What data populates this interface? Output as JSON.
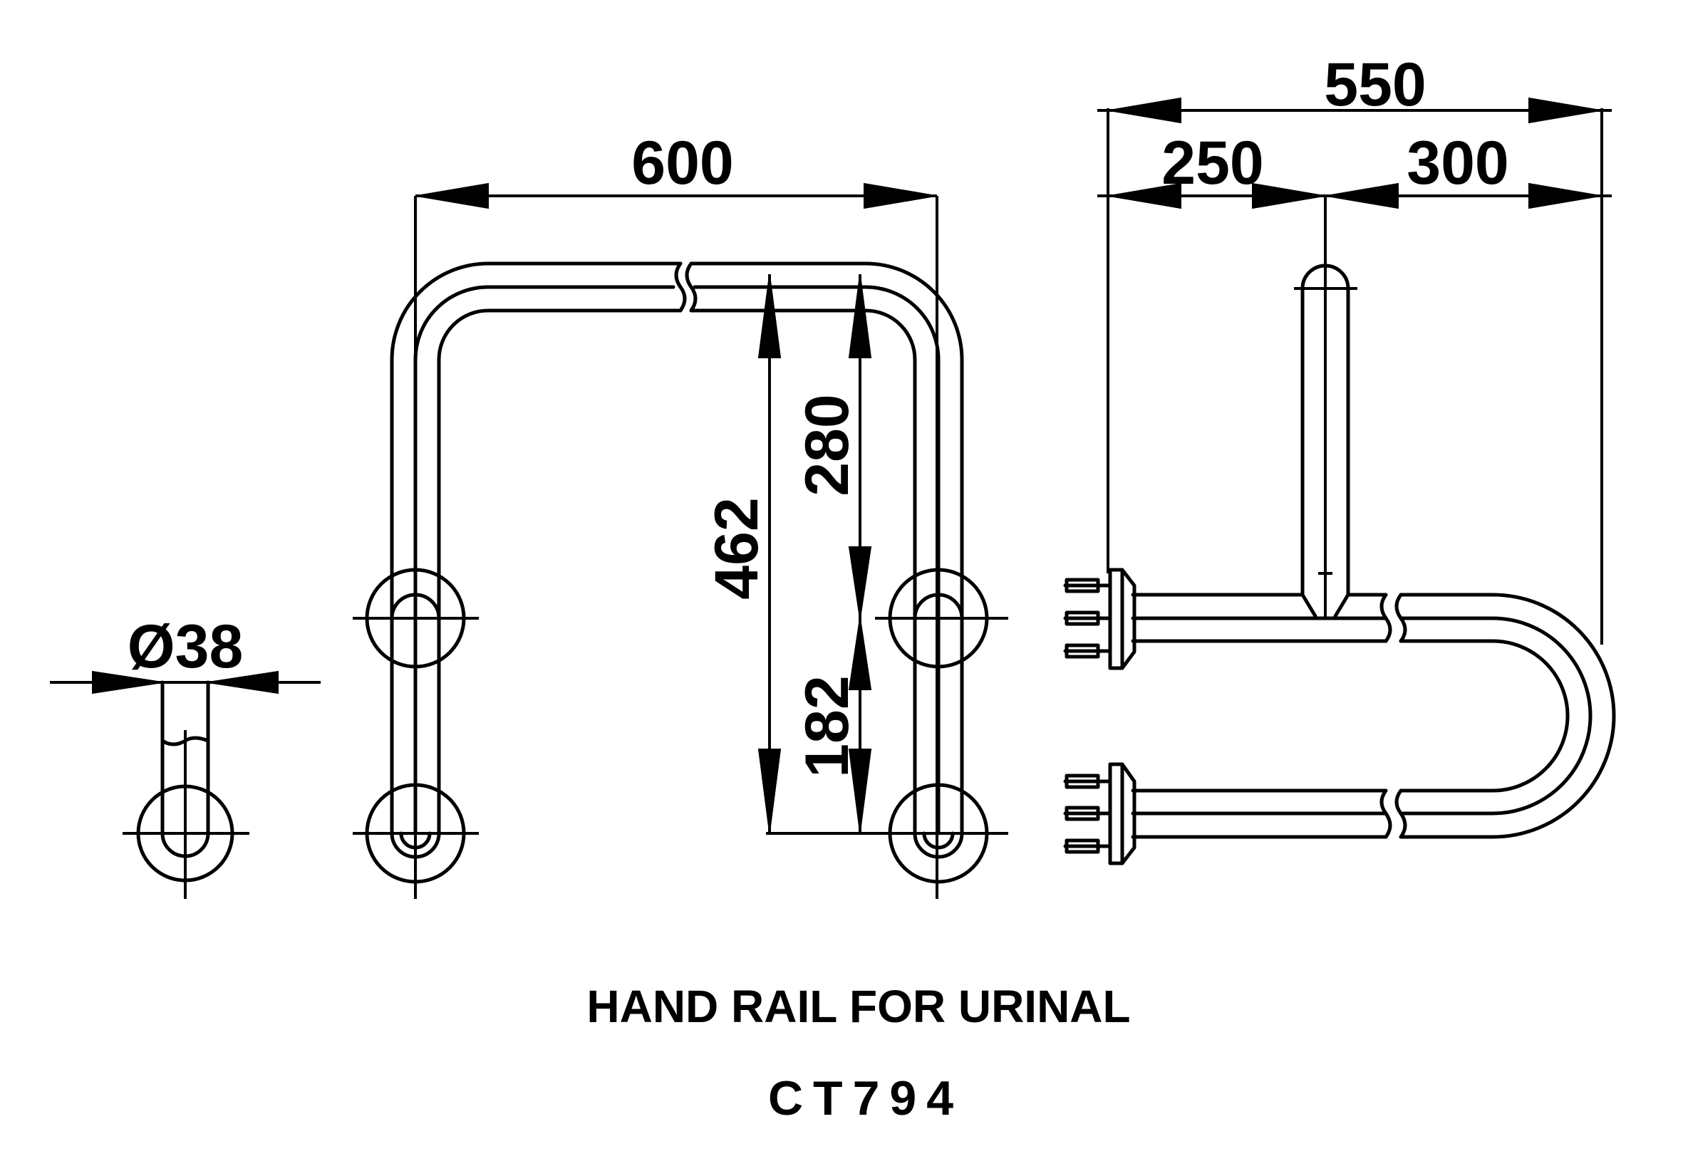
{
  "drawing": {
    "title": "HAND RAIL FOR URINAL",
    "model": "CT794"
  },
  "dimensions": {
    "diameter": "Ø38",
    "front_width": "600",
    "total_height": "462",
    "upper_height": "280",
    "lower_height": "182",
    "total_depth": "550",
    "depth_a": "250",
    "depth_b": "300"
  }
}
